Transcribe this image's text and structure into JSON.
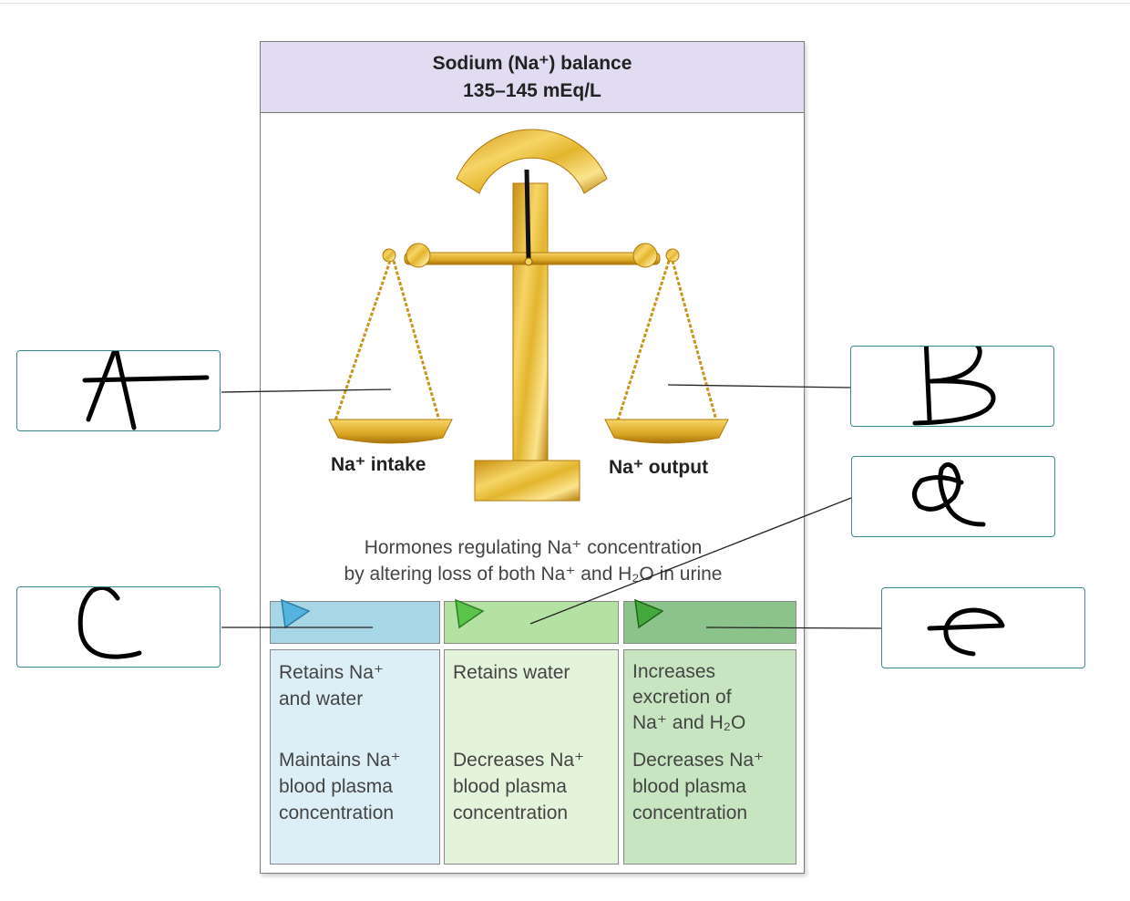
{
  "header": {
    "title_line1": "Sodium (Na⁺) balance",
    "title_line2": "135–145 mEq/L"
  },
  "scale": {
    "left_pan_label": "Na⁺ intake",
    "right_pan_label": "Na⁺ output"
  },
  "hormones": {
    "line1": "Hormones regulating Na⁺ concentration",
    "line2": "by altering loss of both Na⁺ and H₂O in urine"
  },
  "columns": [
    {
      "effect_lines": [
        "Retains Na⁺",
        "and water"
      ],
      "result_lines": [
        "Maintains Na⁺",
        "blood plasma",
        "concentration"
      ],
      "bar_color": "#a7d6e6",
      "body_color": "#dceff7"
    },
    {
      "effect_lines": [
        "Retains water"
      ],
      "result_lines": [
        "Decreases Na⁺",
        "blood plasma",
        "concentration"
      ],
      "bar_color": "#b4e2a2",
      "body_color": "#e4f4db"
    },
    {
      "effect_lines": [
        "Increases",
        "excretion of",
        "Na⁺ and H₂O"
      ],
      "result_lines": [
        "Decreases Na⁺",
        "blood plasma",
        "concentration"
      ],
      "bar_color": "#8cc38a",
      "body_color": "#c7e5c0"
    }
  ],
  "answer_boxes": [
    {
      "handwritten": "A"
    },
    {
      "handwritten": "B"
    },
    {
      "handwritten": "d"
    },
    {
      "handwritten": "C"
    },
    {
      "handwritten": "e"
    }
  ],
  "colors": {
    "header_bg": "#e1dcf2",
    "gold": "#e3b52e",
    "box_border": "#3c8a90"
  }
}
